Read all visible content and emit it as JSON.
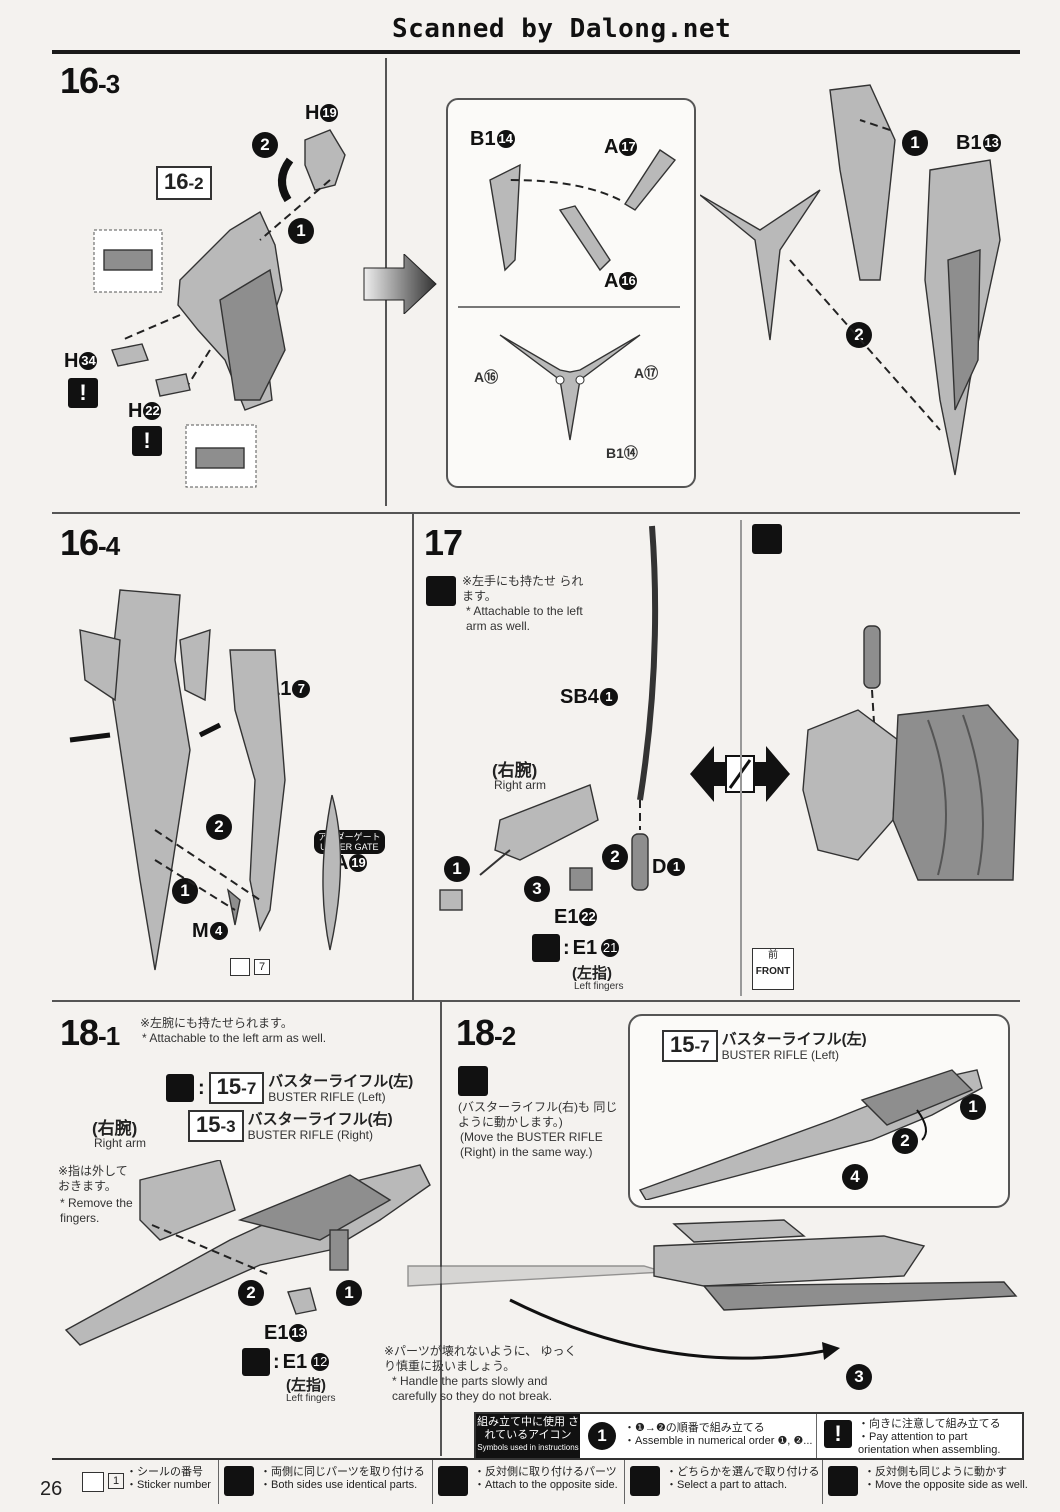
{
  "header": {
    "scan_credit": "Scanned by Dalong.net"
  },
  "page_number": "26",
  "steps": {
    "s16_3": {
      "step": "16",
      "sub": "-3",
      "ref_main": "16",
      "ref_sub": "-2",
      "parts": {
        "h19": {
          "letter": "H",
          "num": "19"
        },
        "h34": {
          "letter": "H",
          "num": "34"
        },
        "h22": {
          "letter": "H",
          "num": "22"
        },
        "b1_14": {
          "letter": "B1",
          "num": "14"
        },
        "a17": {
          "letter": "A",
          "num": "17"
        },
        "a16": {
          "letter": "A",
          "num": "16"
        },
        "b1_13": {
          "letter": "B1",
          "num": "13"
        }
      },
      "lower_labels": {
        "a16": "A⑯",
        "a17": "A⑰",
        "b1_14": "B1⑭"
      },
      "seq": [
        "1",
        "2"
      ]
    },
    "s16_4": {
      "step": "16",
      "sub": "-4",
      "parts": {
        "l1_7": {
          "letter": "L1",
          "num": "7"
        },
        "m4": {
          "letter": "M",
          "num": "4"
        },
        "a19": {
          "letter": "A",
          "num": "19"
        }
      },
      "under_gate_jp": "アンダーゲート",
      "under_gate_en": "UNDER GATE",
      "sticker_number": "7",
      "seq": [
        "1",
        "2"
      ]
    },
    "s17": {
      "step": "17",
      "note_jp": "※左手にも持たせ られます。",
      "note_en": "* Attachable to the left arm as well.",
      "parts": {
        "sb4_1": {
          "letter": "SB4",
          "num": "1"
        },
        "d1": {
          "letter": "D",
          "num": "1"
        },
        "e1_22": {
          "letter": "E1",
          "num": "22"
        },
        "e1_21": {
          "letter": "E1",
          "num": "21"
        }
      },
      "right_arm_jp": "(右腕)",
      "right_arm_en": "Right arm",
      "left_fingers_jp": "(左指)",
      "left_fingers_en": "Left fingers",
      "front_jp": "前",
      "front_en": "FRONT",
      "seq": [
        "1",
        "2",
        "3"
      ]
    },
    "s18_1": {
      "step": "18",
      "sub": "-1",
      "note_jp": "※左腕にも持たせられます。",
      "note_en": "* Attachable to the left arm as well.",
      "ref_left": {
        "main": "15",
        "sub": "-7",
        "jp": "バスターライフル(左)",
        "en": "BUSTER RIFLE (Left)"
      },
      "ref_right": {
        "main": "15",
        "sub": "-3",
        "jp": "バスターライフル(右)",
        "en": "BUSTER RIFLE (Right)"
      },
      "right_arm_jp": "(右腕)",
      "right_arm_en": "Right arm",
      "finger_note_jp": "※指は外して おきます。",
      "finger_note_en": "* Remove the fingers.",
      "parts": {
        "e1_13": {
          "letter": "E1",
          "num": "13"
        },
        "e1_12": {
          "letter": "E1",
          "num": "12"
        }
      },
      "left_fingers_jp": "(左指)",
      "left_fingers_en": "Left fingers",
      "seq": [
        "1",
        "2"
      ]
    },
    "s18_2": {
      "step": "18",
      "sub": "-2",
      "ref": {
        "main": "15",
        "sub": "-7",
        "jp": "バスターライフル(左)",
        "en": "BUSTER RIFLE (Left)"
      },
      "note_jp": "(バスターライフル(右)も 同じように動かします。)",
      "note_en": "(Move the BUSTER RIFLE (Right) in the same way.)",
      "caution_jp": "※パーツが壊れないように、 ゆっくり慎重に扱いましょう。",
      "caution_en": "* Handle the parts slowly and carefully so they do not break.",
      "seq": [
        "1",
        "2",
        "3",
        "4"
      ]
    }
  },
  "icons_legend": {
    "title_jp": "組み立て中に使用 されているアイコン",
    "title_en": "Symbols used in instructions",
    "numerical": {
      "jp": "・❶→❷の順番で組み立てる",
      "en": "・Assemble in numerical order ❶, ❷..."
    },
    "orientation": {
      "jp": "・向きに注意して組み立てる",
      "en": "・Pay attention to part orientation when assembling."
    },
    "items": [
      {
        "jp": "・シールの番号",
        "en": "・Sticker number"
      },
      {
        "jp": "・両側に同じパーツを取り付ける",
        "en": "・Both sides use identical parts."
      },
      {
        "jp": "・反対側に取り付けるパーツ",
        "en": "・Attach to the opposite side."
      },
      {
        "jp": "・どちらかを選んで取り付ける",
        "en": "・Select a part to attach."
      },
      {
        "jp": "・反対側も同じように動かす",
        "en": "・Move the opposite side as well."
      }
    ],
    "sticker_sample": "1"
  }
}
